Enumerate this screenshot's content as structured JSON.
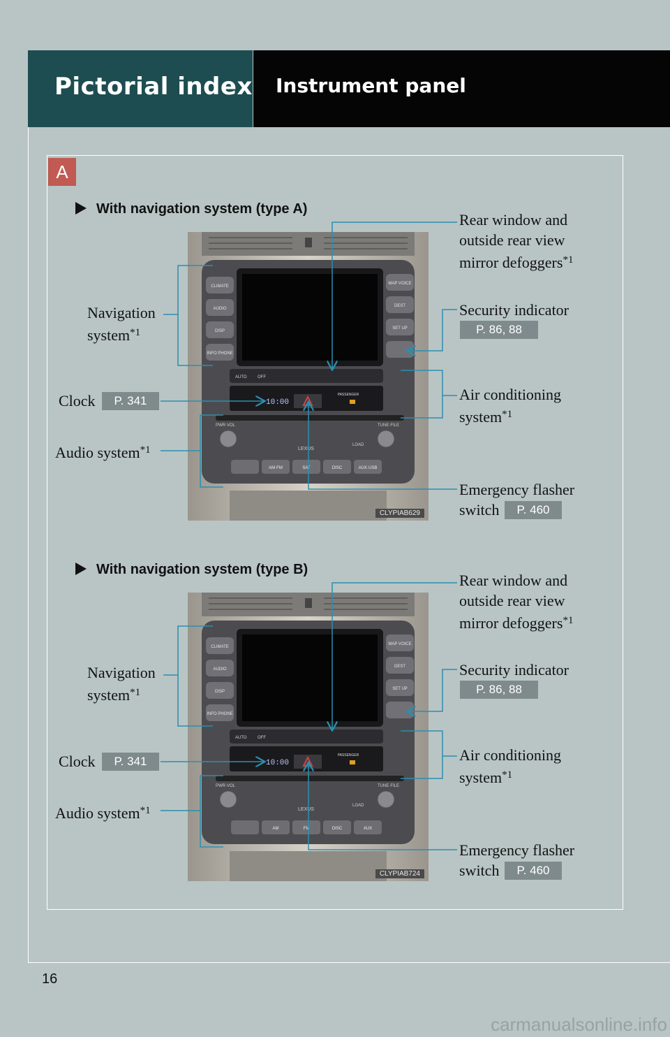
{
  "header": {
    "section": "Pictorial index",
    "title": "Instrument panel"
  },
  "section_tag": "A",
  "page_number": "16",
  "watermark": "carmanualsonline.info",
  "diagrams": [
    {
      "heading": "With navigation system (type A)",
      "image_code": "CLYPIAB629",
      "rear_window": {
        "l1": "Rear window and",
        "l2": "outside rear view",
        "l3": "mirror defoggers",
        "mark": "*1"
      },
      "security": {
        "label": "Security indicator",
        "page": "P. 86, 88"
      },
      "air_con": {
        "l1": "Air conditioning",
        "l2": "system",
        "mark": "*1"
      },
      "emergency": {
        "l1": "Emergency flasher",
        "l2": "switch",
        "page": "P. 460"
      },
      "navigation": {
        "l1": "Navigation",
        "l2": "system",
        "mark": "*1"
      },
      "clock": {
        "label": "Clock",
        "page": "P. 341",
        "display": "10:00"
      },
      "audio": {
        "label": "Audio system",
        "mark": "*1"
      },
      "buttons_left": [
        "CLIMATE",
        "AUDIO",
        "DISP",
        "INFO PHONE"
      ],
      "buttons_right": [
        "MAP VOICE",
        "DEST",
        "SET UP"
      ],
      "bottom_buttons": [
        "AM·FM",
        "SAT",
        "DISC",
        "AUX·USB"
      ],
      "controls": [
        "AUTO",
        "OFF",
        "PASSENGER",
        "LOAD",
        "PWR·VOL",
        "TUNE·FILE",
        "LEXUS"
      ]
    },
    {
      "heading": "With navigation system (type B)",
      "image_code": "CLYPIAB724",
      "rear_window": {
        "l1": "Rear window and",
        "l2": "outside rear view",
        "l3": "mirror defoggers",
        "mark": "*1"
      },
      "security": {
        "label": "Security indicator",
        "page": "P. 86, 88"
      },
      "air_con": {
        "l1": "Air conditioning",
        "l2": "system",
        "mark": "*1"
      },
      "emergency": {
        "l1": "Emergency flasher",
        "l2": "switch",
        "page": "P. 460"
      },
      "navigation": {
        "l1": "Navigation",
        "l2": "system",
        "mark": "*1"
      },
      "clock": {
        "label": "Clock",
        "page": "P. 341",
        "display": "10:00"
      },
      "audio": {
        "label": "Audio system",
        "mark": "*1"
      },
      "buttons_left": [
        "CLIMATE",
        "AUDIO",
        "DISP",
        "INFO PHONE"
      ],
      "buttons_right": [
        "MAP VOICE",
        "DEST",
        "SET UP"
      ],
      "bottom_buttons": [
        "AM",
        "FM",
        "DISC",
        "AUX"
      ],
      "controls": [
        "AUTO",
        "OFF",
        "PASSENGER",
        "LOAD",
        "PWR·VOL",
        "TUNE·FILE",
        "LEXUS"
      ]
    }
  ],
  "colors": {
    "header_left": "#1d4d50",
    "header_right": "#050505",
    "leader": "#2a8fb0",
    "section_tag": "#c05a52",
    "page_ref": "#7f8a8c"
  }
}
